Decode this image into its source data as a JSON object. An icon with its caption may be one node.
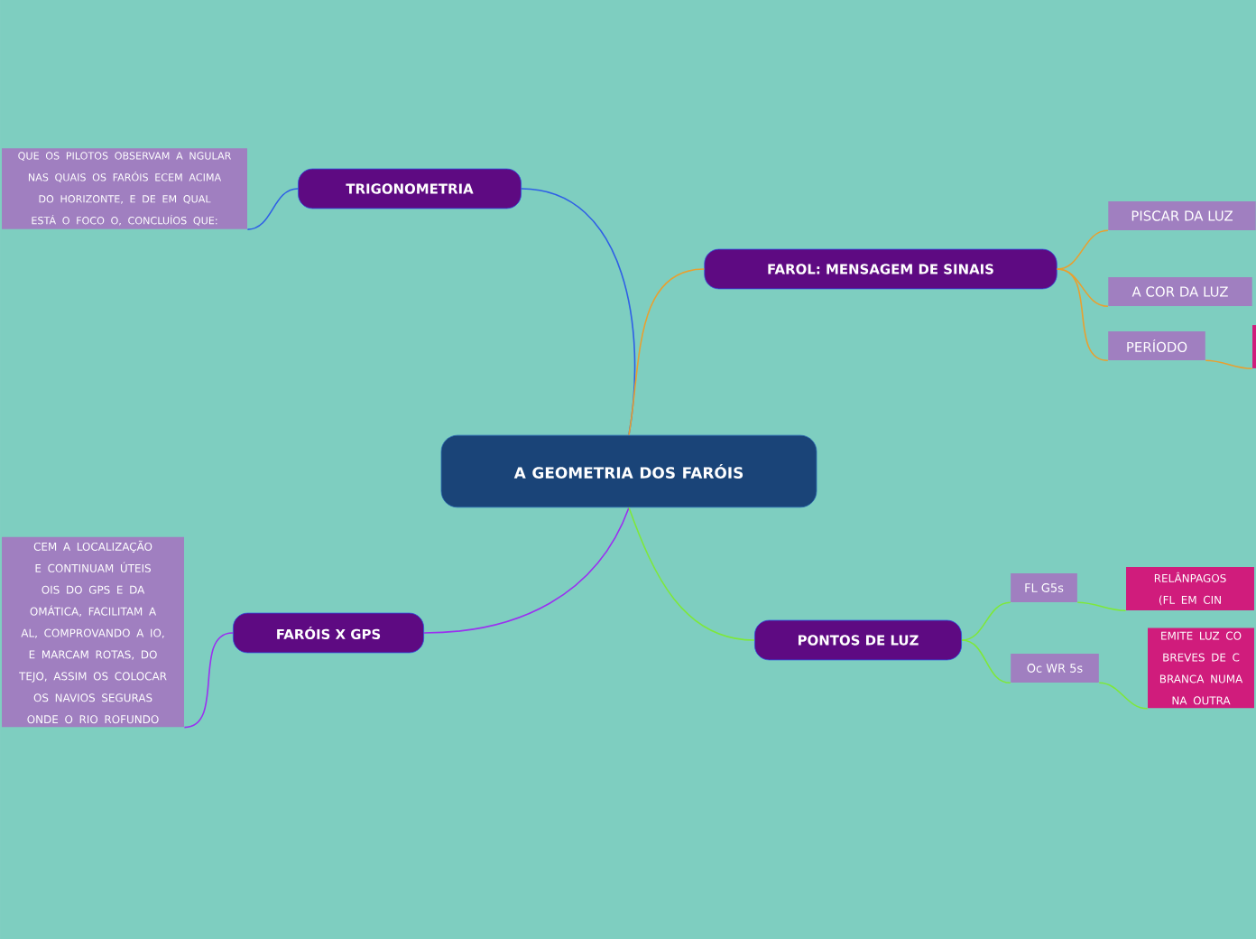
{
  "diagram": {
    "nodes": [
      {
        "text": [
          "A GEOMETRIA DOS FARÓIS"
        ]
      },
      {
        "text": [
          "TRIGONOMETRIA"
        ]
      },
      {
        "text": [
          "QUE OS PILOTOS OBSERVAM A NGULAR NAS QUAIS OS FARÓIS ECEM ACIMA DO HORIZONTE, E DE EM QUAL ESTÁ O FOCO O, CONCLUÍOS QUE:"
        ]
      },
      {
        "text": [
          "FAROL: MENSAGEM DE SINAIS"
        ]
      },
      {
        "text": [
          "PISCAR DA LUZ"
        ]
      },
      {
        "text": [
          "A COR DA LUZ"
        ]
      },
      {
        "text": [
          "PERÍODO"
        ]
      },
      {
        "text": [],
        "shape": "box"
      },
      {
        "text": [
          "FARÓIS X GPS"
        ]
      },
      {
        "text": [
          "CEM A LOCALIZAÇÃO E CONTINUAM ÚTEIS OIS DO GPS E DA OMÁTICA, FACILITAM A AL, COMPROVANDO A IO, E MARCAM ROTAS, DO TEJO, ASSIM OS COLOCAR OS NAVIOS SEGURAS ONDE O RIO ROFUNDO"
        ]
      },
      {
        "text": [
          "PONTOS DE LUZ"
        ]
      },
      {
        "text": [
          "FL G5s"
        ]
      },
      {
        "text": [
          "RELÂNPAGOS (FL EM CIN"
        ]
      },
      {
        "text": [
          "Oc WR 5s"
        ]
      },
      {
        "text": [
          "EMITE LUZ CO BREVES DE C BRANCA NUMA NA OUTRA"
        ]
      }
    ],
    "edges": [
      {
        "from": 0,
        "to": 1,
        "arrow": "none",
        "color": "#2f5fe6"
      },
      {
        "from": 1,
        "to": 2,
        "arrow": "none",
        "color": "#2f5fe6"
      },
      {
        "from": 0,
        "to": 3,
        "arrow": "none",
        "color": "#e8a030"
      },
      {
        "from": 3,
        "to": 4,
        "arrow": "none",
        "color": "#e8a030"
      },
      {
        "from": 3,
        "to": 5,
        "arrow": "none",
        "color": "#e8a030"
      },
      {
        "from": 3,
        "to": 6,
        "arrow": "none",
        "color": "#e8a030"
      },
      {
        "from": 6,
        "to": 7,
        "arrow": "none",
        "color": "#e8a030"
      },
      {
        "from": 0,
        "to": 8,
        "arrow": "none",
        "color": "#9b30f0"
      },
      {
        "from": 8,
        "to": 9,
        "arrow": "none",
        "color": "#9b30f0"
      },
      {
        "from": 0,
        "to": 10,
        "arrow": "none",
        "color": "#7ee83a"
      },
      {
        "from": 10,
        "to": 11,
        "arrow": "none",
        "color": "#7ee83a"
      },
      {
        "from": 11,
        "to": 12,
        "arrow": "none",
        "color": "#7ee83a"
      },
      {
        "from": 10,
        "to": 13,
        "arrow": "none",
        "color": "#7ee83a"
      },
      {
        "from": 13,
        "to": 14,
        "arrow": "none",
        "color": "#7ee83a"
      }
    ]
  }
}
